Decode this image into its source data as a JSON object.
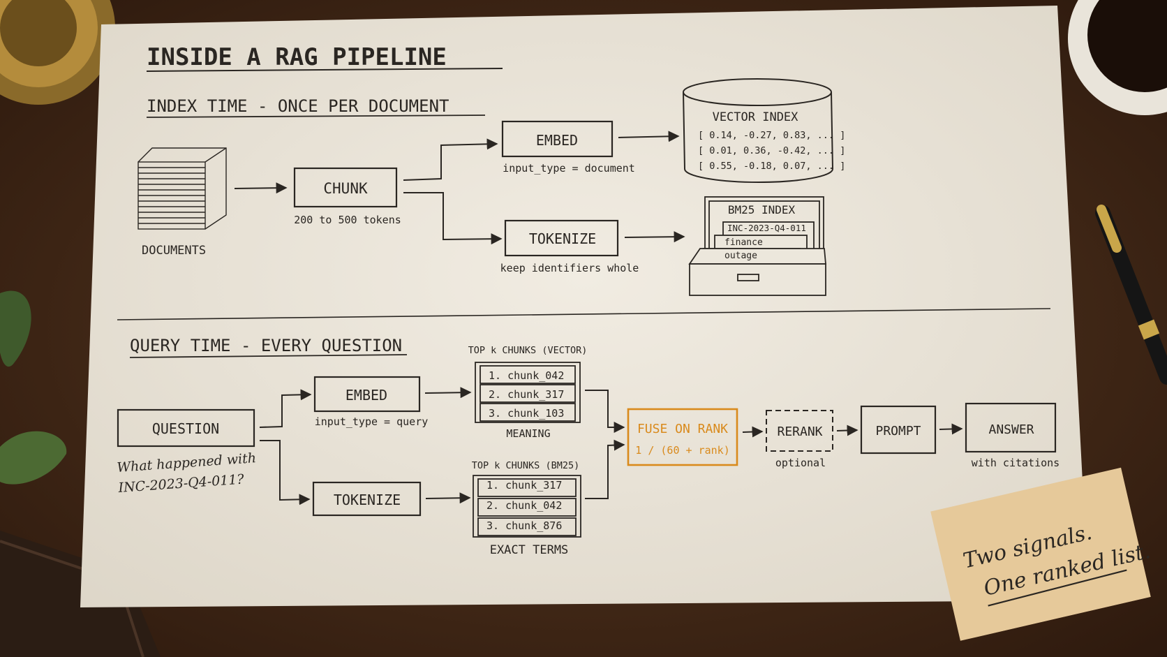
{
  "title": "INSIDE A RAG PIPELINE",
  "index_time": {
    "heading": "INDEX TIME - ONCE PER DOCUMENT",
    "documents_label": "DOCUMENTS",
    "chunk": {
      "label": "CHUNK",
      "note": "200 to 500 tokens"
    },
    "embed": {
      "label": "EMBED",
      "note": "input_type = document"
    },
    "tokenize": {
      "label": "TOKENIZE",
      "note": "keep identifiers whole"
    },
    "vector_index": {
      "label": "VECTOR INDEX",
      "rows": [
        "[ 0.14, -0.27, 0.83, ... ]",
        "[ 0.01,  0.36, -0.42, ... ]",
        "[ 0.55, -0.18, 0.07, ... ]"
      ]
    },
    "bm25_index": {
      "label": "BM25 INDEX",
      "cards": [
        "INC-2023-Q4-011",
        "finance",
        "outage"
      ]
    }
  },
  "query_time": {
    "heading": "QUERY TIME - EVERY QUESTION",
    "question": {
      "label": "QUESTION",
      "example_line1": "What happened with",
      "example_line2": "INC-2023-Q4-011?"
    },
    "embed": {
      "label": "EMBED",
      "note": "input_type = query"
    },
    "tokenize": {
      "label": "TOKENIZE"
    },
    "vector_results": {
      "title": "TOP k CHUNKS (VECTOR)",
      "items": [
        "1.  chunk_042",
        "2.  chunk_317",
        "3.  chunk_103"
      ],
      "caption": "MEANING"
    },
    "bm25_results": {
      "title": "TOP k CHUNKS (BM25)",
      "items": [
        "1.  chunk_317",
        "2.  chunk_042",
        "3.  chunk_876"
      ],
      "caption": "EXACT TERMS"
    },
    "fuse": {
      "label": "FUSE ON RANK",
      "formula": "1 / (60 + rank)"
    },
    "rerank": {
      "label": "RERANK",
      "note": "optional"
    },
    "prompt": {
      "label": "PROMPT"
    },
    "answer": {
      "label": "ANSWER",
      "note": "with citations"
    }
  },
  "sticky_note": {
    "line1": "Two signals.",
    "line2": "One ranked list."
  },
  "colors": {
    "ink": "#2a2622",
    "paper": "#ece7dc",
    "accent": "#d98a1c",
    "table": "#3a2517",
    "sticky": "#e6c99a"
  }
}
